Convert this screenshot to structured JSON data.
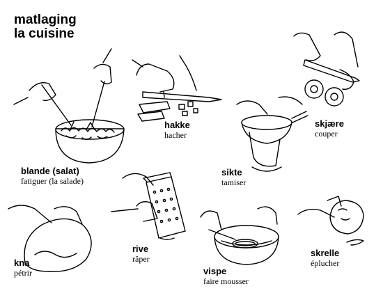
{
  "title": {
    "line1": "matlaging",
    "line2": "la cuisine"
  },
  "items": [
    {
      "no": "hakke",
      "fr": "hacher",
      "icon": "chopping-knife-icon"
    },
    {
      "no": "skjære",
      "fr": "couper",
      "icon": "slicing-knife-icon"
    },
    {
      "no": "sikte",
      "fr": "tamiser",
      "icon": "sieve-icon"
    },
    {
      "no": "blande (salat)",
      "fr": "fatiguer (la salade)",
      "icon": "salad-bowl-icon"
    },
    {
      "no": "rive",
      "fr": "râper",
      "icon": "grater-icon"
    },
    {
      "no": "kna",
      "fr": "pétrir",
      "icon": "dough-icon"
    },
    {
      "no": "vispe",
      "fr": "faire mousser",
      "icon": "whisk-bowl-icon"
    },
    {
      "no": "skrelle",
      "fr": "éplucher",
      "icon": "peeler-icon"
    }
  ]
}
